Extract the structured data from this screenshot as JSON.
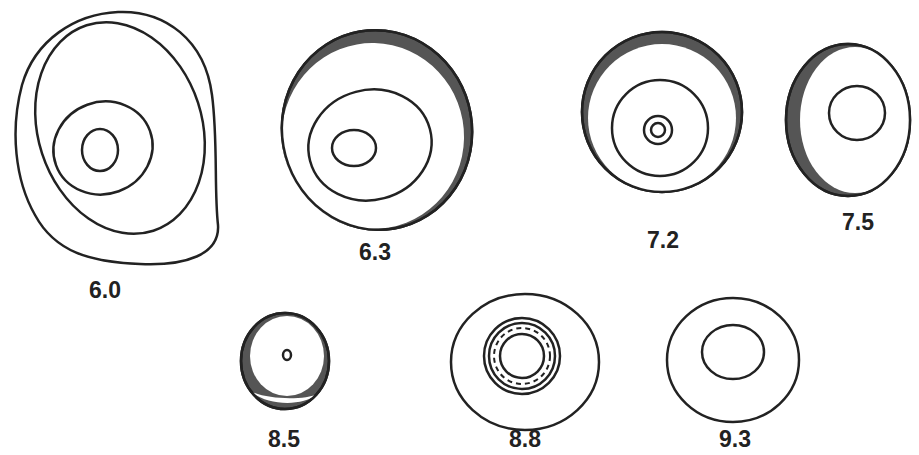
{
  "diagram": {
    "labels": [
      "6.0",
      "6.3",
      "7.2",
      "7.5",
      "8.5",
      "8.8",
      "9.3"
    ]
  }
}
